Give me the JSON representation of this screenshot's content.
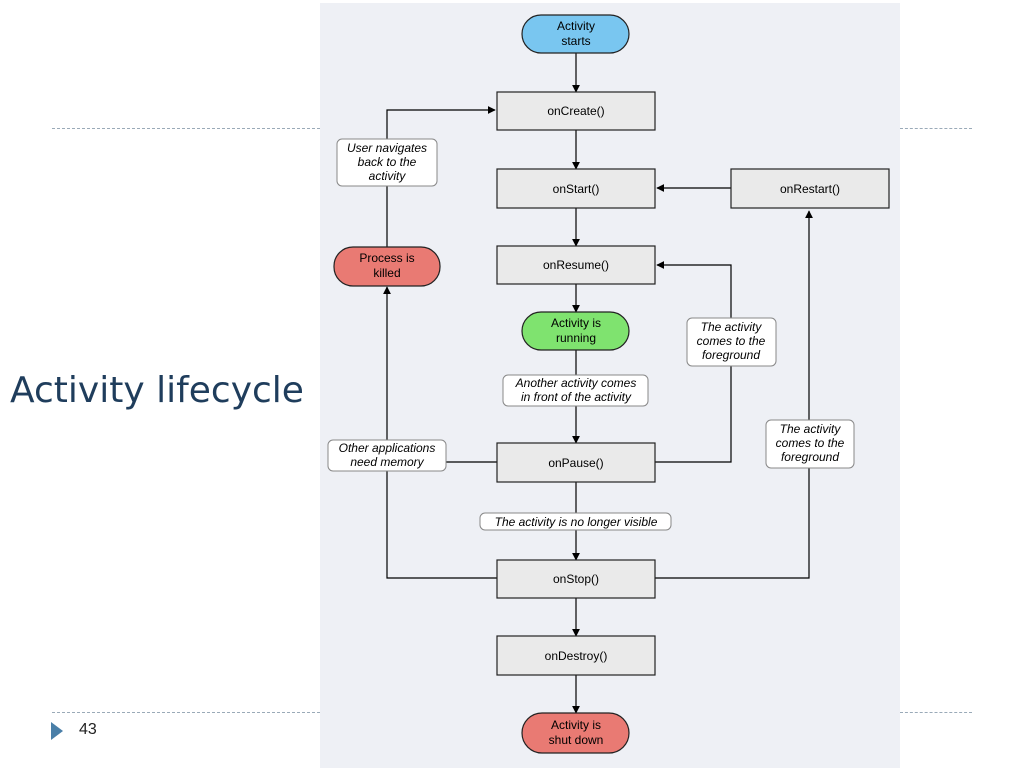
{
  "slide": {
    "title": "Activity lifecycle",
    "page_number": "43"
  },
  "diagram": {
    "start": [
      "Activity",
      "starts"
    ],
    "on_create": "onCreate()",
    "on_start": "onStart()",
    "on_restart": "onRestart()",
    "on_resume": "onResume()",
    "running": [
      "Activity is",
      "running"
    ],
    "on_pause": "onPause()",
    "on_stop": "onStop()",
    "on_destroy": "onDestroy()",
    "shut_down": [
      "Activity is",
      "shut down"
    ],
    "process_killed": [
      "Process is",
      "killed"
    ],
    "note_user_navigates": [
      "User navigates",
      "back to the",
      "activity"
    ],
    "note_another_activity": [
      "Another activity comes",
      "in front of the activity"
    ],
    "note_other_apps": [
      "Other applications",
      "need memory"
    ],
    "note_no_longer_visible": "The activity is no longer visible",
    "note_foreground_resume": [
      "The activity",
      "comes to the",
      "foreground"
    ],
    "note_foreground_restart": [
      "The activity",
      "comes to the",
      "foreground"
    ],
    "colors": {
      "start": "#79c6f0",
      "running": "#7fe36f",
      "killed": "#e97a73",
      "shut_down": "#e97a73",
      "method_box": "#eaeaea"
    }
  }
}
